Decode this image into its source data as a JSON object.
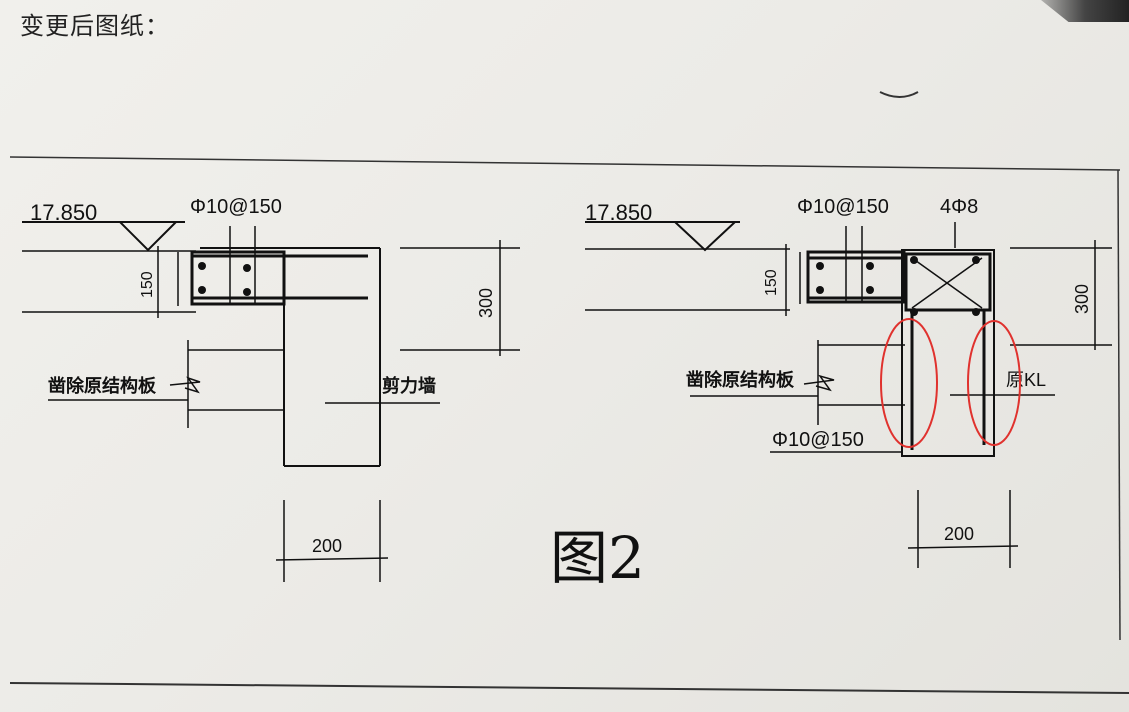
{
  "caption": "变更后图纸：",
  "figure_label": "图2",
  "left_detail": {
    "elevation": "17.850",
    "top_rebar": "Φ10@150",
    "slab_thickness": "150",
    "depth": "300",
    "remove_note": "凿除原结构板",
    "wall_label": "剪力墙",
    "width": "200"
  },
  "right_detail": {
    "elevation": "17.850",
    "top_rebar": "Φ10@150",
    "corner_bars": "4Φ8",
    "slab_thickness": "150",
    "depth": "300",
    "remove_note": "凿除原结构板",
    "beam_label": "原KL",
    "side_rebar": "Φ10@150",
    "width": "200"
  },
  "colors": {
    "ink": "#111111",
    "highlight": "#e0322e",
    "paper": "#efeeea"
  }
}
